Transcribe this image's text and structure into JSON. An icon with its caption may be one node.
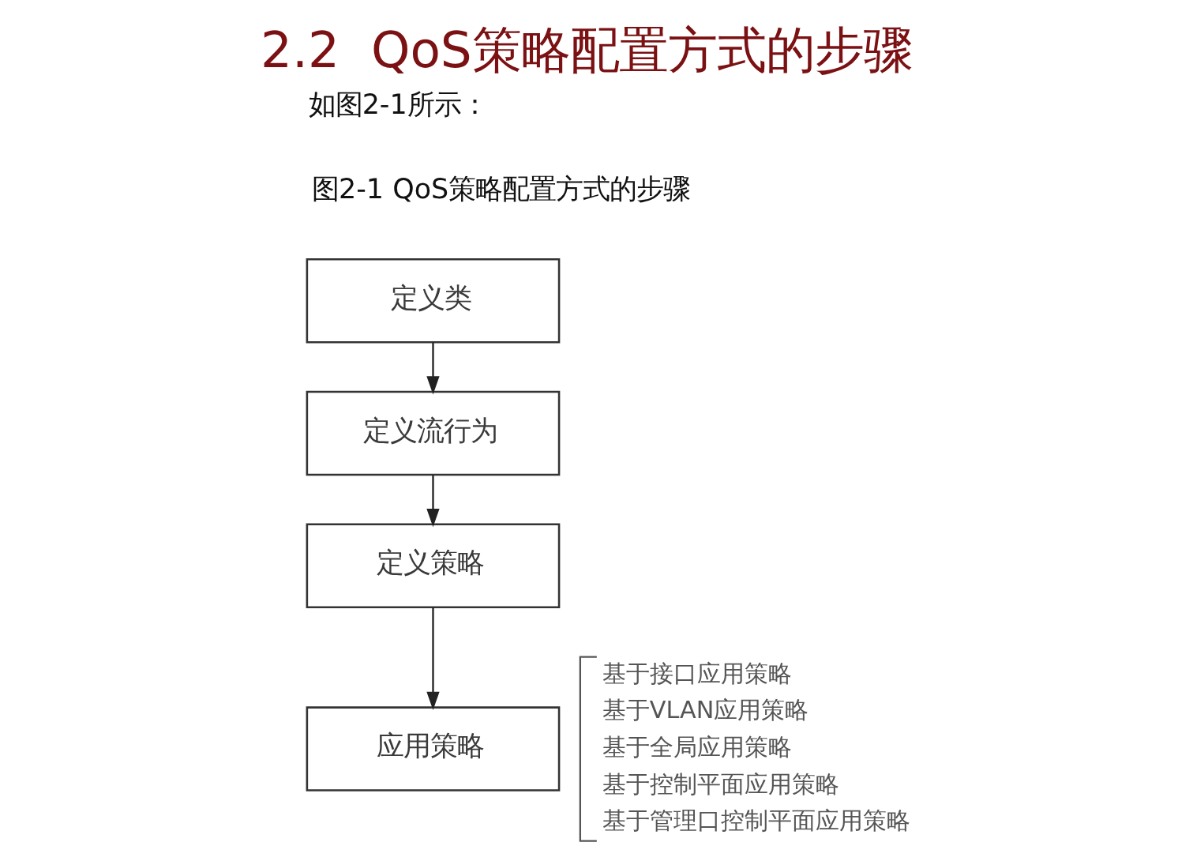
{
  "diagram": {
    "title": "2.2  QoS策略配置方式的步骤",
    "caption": "图2-1 QoS策略配置方式的步骤",
    "nodes": [
      {
        "text": [
          "定义类"
        ]
      },
      {
        "text": [
          "定义流行为"
        ]
      },
      {
        "text": [
          "定义策略"
        ]
      },
      {
        "text": [
          "应用策略"
        ],
        "beside": [
          "基于接口应用策略",
          "基于VLAN应用策略",
          "基于全局应用策略",
          "基于控制平面应用策略",
          "基于管理口控制平面应用策略"
        ]
      }
    ],
    "edges": [
      {
        "from": 0,
        "to": 1,
        "arrow": "to"
      },
      {
        "from": 1,
        "to": 2,
        "arrow": "to"
      },
      {
        "from": 2,
        "to": 3,
        "arrow": "to"
      }
    ],
    "labels": [
      "如图2-1所示："
    ]
  }
}
